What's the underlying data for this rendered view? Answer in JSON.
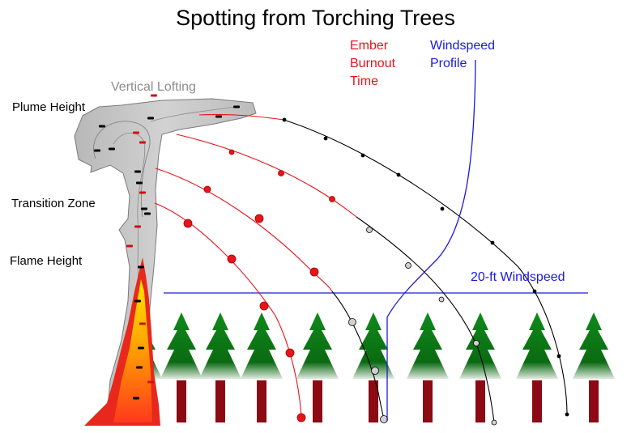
{
  "title": "Spotting from Torching Trees",
  "labels": {
    "ember_burnout": [
      "Ember",
      "Burnout",
      "Time"
    ],
    "windspeed_profile": [
      "Windspeed",
      "Profile"
    ],
    "vertical_lofting": "Vertical Lofting",
    "plume_height": "Plume Height",
    "transition_zone": "Transition Zone",
    "flame_height": "Flame Height",
    "windspeed_20ft": "20-ft Windspeed"
  },
  "colors": {
    "ember_path": "#e8141c",
    "wind": "#1a1adf",
    "plume": "#c0c0c0",
    "tree_foliage": "#0b7a14",
    "tree_trunk": "#8b0a14",
    "flame_core": "#ffd400",
    "flame_outer": "#e8281c"
  },
  "trees": {
    "count": 11
  }
}
